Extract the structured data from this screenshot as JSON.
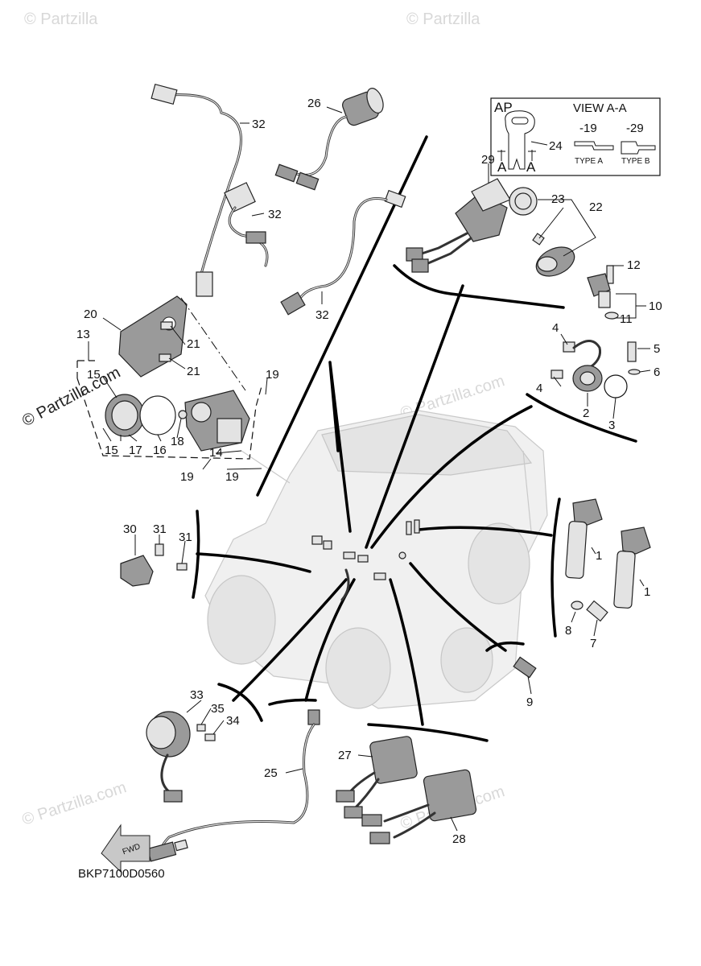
{
  "watermark": {
    "text": "© Partzilla",
    "text_com": "© Partzilla.com"
  },
  "diagram_code": "BKP7100D0560",
  "view_box": {
    "ap": "AP",
    "view_title": "VIEW A-A",
    "ref_19": "-19",
    "ref_29": "-29",
    "type_a": "TYPE A",
    "type_b": "TYPE B",
    "section_a": "A",
    "callout_24": "24"
  },
  "fwd_label": "FWD",
  "callouts": [
    "1",
    "1",
    "2",
    "3",
    "4",
    "4",
    "5",
    "6",
    "7",
    "8",
    "9",
    "10",
    "11",
    "12",
    "13",
    "14",
    "15",
    "15",
    "16",
    "17",
    "18",
    "19",
    "19",
    "19",
    "20",
    "21",
    "21",
    "22",
    "23",
    "25",
    "26",
    "27",
    "28",
    "29",
    "30",
    "31",
    "31",
    "32",
    "32",
    "32",
    "33",
    "34",
    "35"
  ]
}
